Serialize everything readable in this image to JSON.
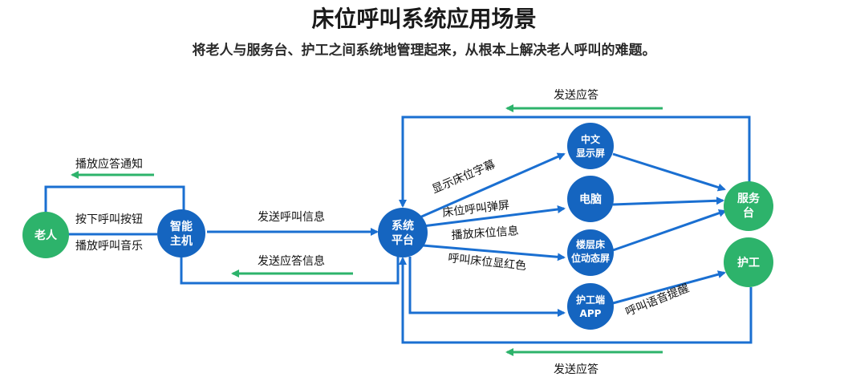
{
  "header": {
    "title": "床位呼叫系统应用场景",
    "subtitle": "将老人与服务台、护工之间系统地管理起来，从根本上解决老人呼叫的难题。"
  },
  "nodes": {
    "elder": "老人",
    "host": [
      "智能",
      "主机"
    ],
    "platform": [
      "系统",
      "平台"
    ],
    "chinese_screen": [
      "中文",
      "显示屏"
    ],
    "computer": "电脑",
    "floor_screen": [
      "楼层床",
      "位动态屏"
    ],
    "nurse_app": [
      "护工端",
      "APP"
    ],
    "service_desk": [
      "服务",
      "台"
    ],
    "nurse": "护工"
  },
  "labels": {
    "play_notice": "播放应答通知",
    "press_button": "按下呼叫按钮",
    "play_music": "播放呼叫音乐",
    "send_call": "发送呼叫信息",
    "send_answer_info": "发送应答信息",
    "show_subtitle": "显示床位字幕",
    "popup": "床位呼叫弹屏",
    "broadcast": "播放床位信息",
    "red": "呼叫床位显红色",
    "voice": "呼叫语音提醒",
    "answer_top": "发送应答",
    "answer_bottom": "发送应答"
  },
  "colors": {
    "blue_node": "#1565c0",
    "green_node": "#2db36b",
    "line": "#1a6fd1",
    "green_arrow": "#2db36b"
  }
}
